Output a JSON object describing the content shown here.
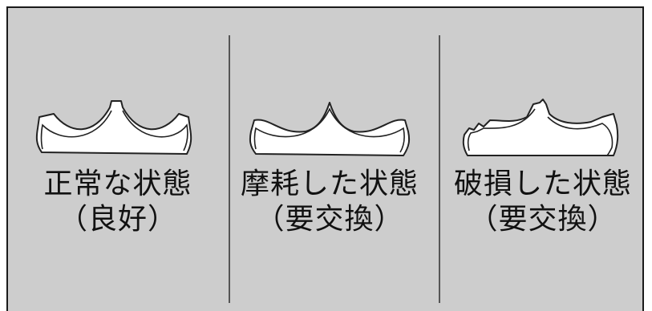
{
  "panels": [
    {
      "line1": "正常な状態",
      "line2": "（良好）"
    },
    {
      "line1": "摩耗した状態",
      "line2": "（要交換）"
    },
    {
      "line1": "破損した状態",
      "line2": "（要交換）"
    }
  ],
  "colors": {
    "background": "#cdcdcd",
    "border": "#1a1a1a",
    "outline": "#222222",
    "fill": "#ffffff"
  }
}
